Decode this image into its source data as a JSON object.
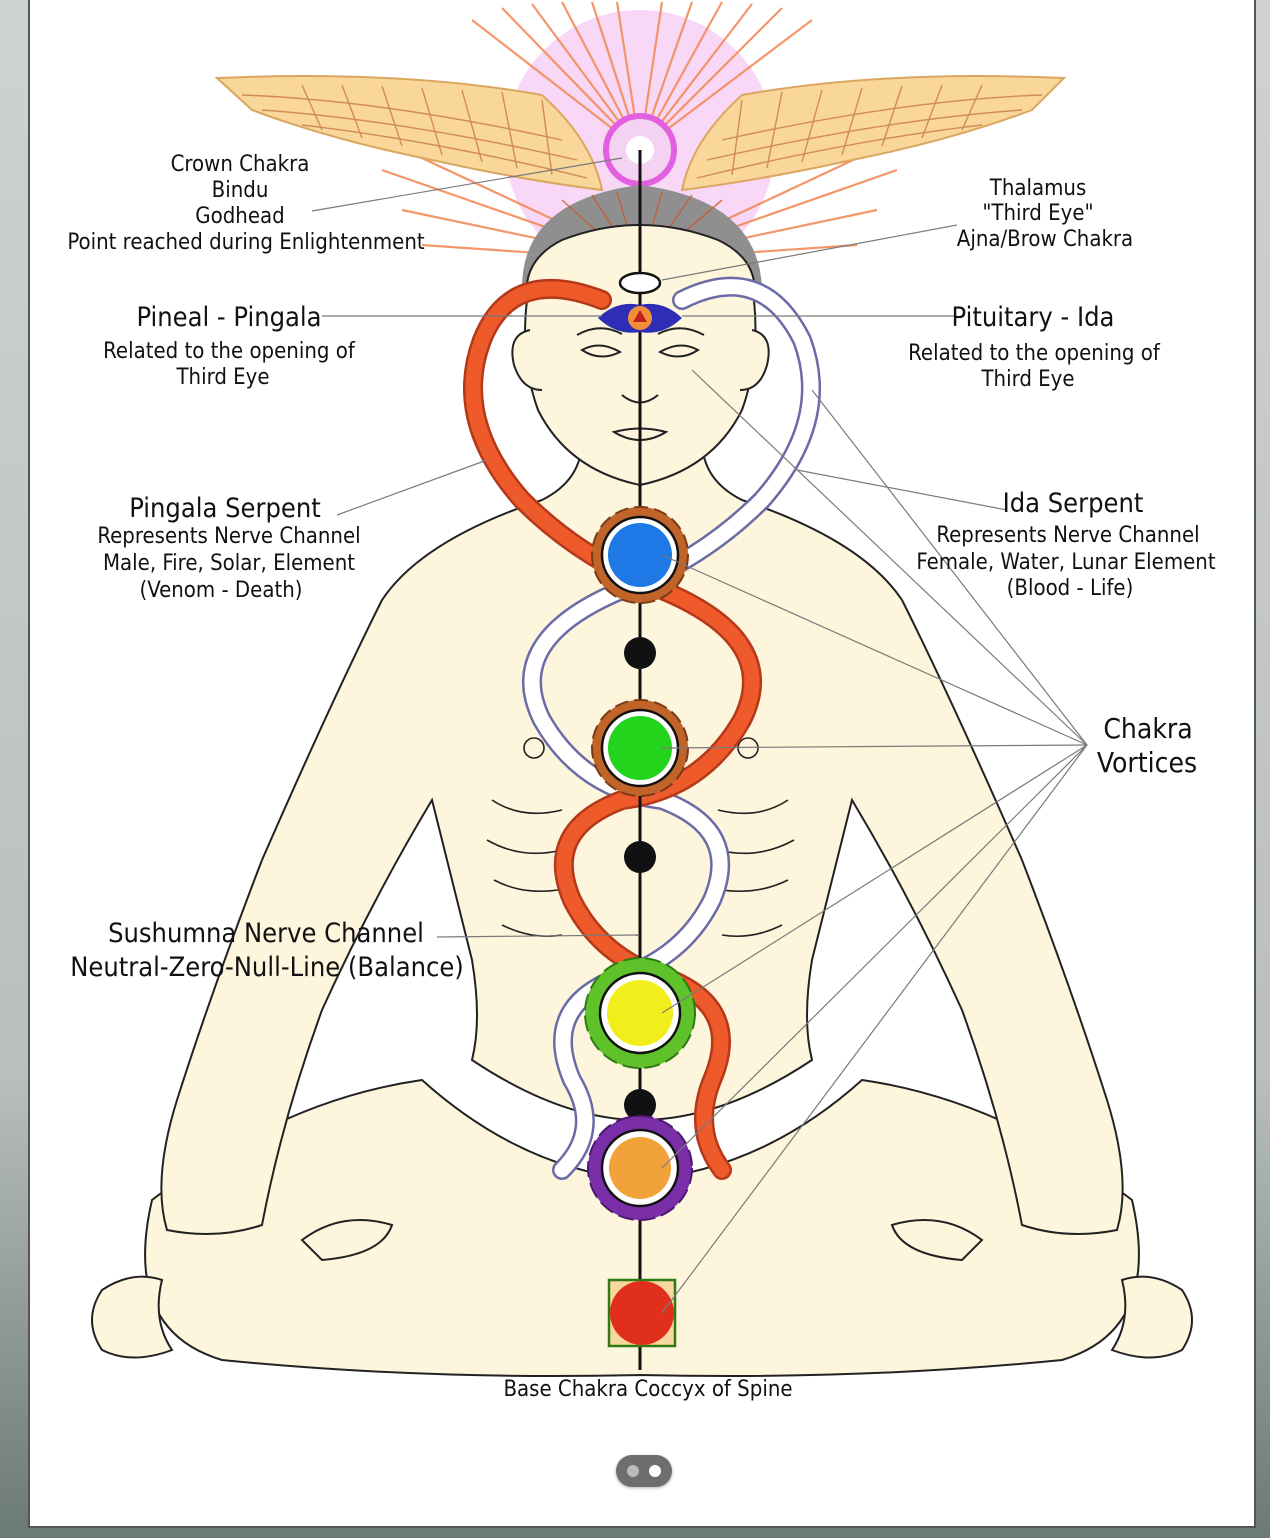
{
  "labels": {
    "crown": [
      "Crown Chakra",
      "Bindu",
      "Godhead",
      "Point reached during Enlightenment"
    ],
    "thalamus": [
      "Thalamus",
      "\"Third Eye\"",
      "Ajna/Brow Chakra"
    ],
    "pineal_title": "Pineal - Pingala",
    "pineal_desc": [
      "Related to the opening of",
      "Third Eye"
    ],
    "pituitary_title": "Pituitary - Ida",
    "pituitary_desc": [
      "Related to the opening of",
      "Third Eye"
    ],
    "pingala_title": "Pingala Serpent",
    "pingala_desc": [
      "Represents Nerve Channel",
      "Male, Fire, Solar, Element",
      "(Venom - Death)"
    ],
    "ida_title": "Ida Serpent",
    "ida_desc": [
      "Represents Nerve Channel",
      "Female, Water, Lunar Element",
      "(Blood - Life)"
    ],
    "vortices": [
      "Chakra",
      "Vortices"
    ],
    "sushumna": [
      "Sushumna Nerve Channel",
      "Neutral-Zero-Null-Line (Balance)"
    ],
    "base": "Base Chakra Coccyx of Spine"
  },
  "chakras": [
    {
      "name": "throat-chakra",
      "color": "#1e78e6"
    },
    {
      "name": "heart-chakra",
      "color": "#22d41c"
    },
    {
      "name": "solar-plexus-chakra",
      "color": "#f2ee1c"
    },
    {
      "name": "sacral-chakra",
      "color": "#f2a23a"
    },
    {
      "name": "base-chakra",
      "color": "#e0301c"
    }
  ],
  "colors": {
    "body_fill": "#fdf5dc",
    "pingala": "#ee5a2a",
    "ida": "#ffffff",
    "crown_glow": "#f3b6f0",
    "wings": "#f6c880"
  },
  "pager": {
    "total": 2,
    "active": 2
  }
}
